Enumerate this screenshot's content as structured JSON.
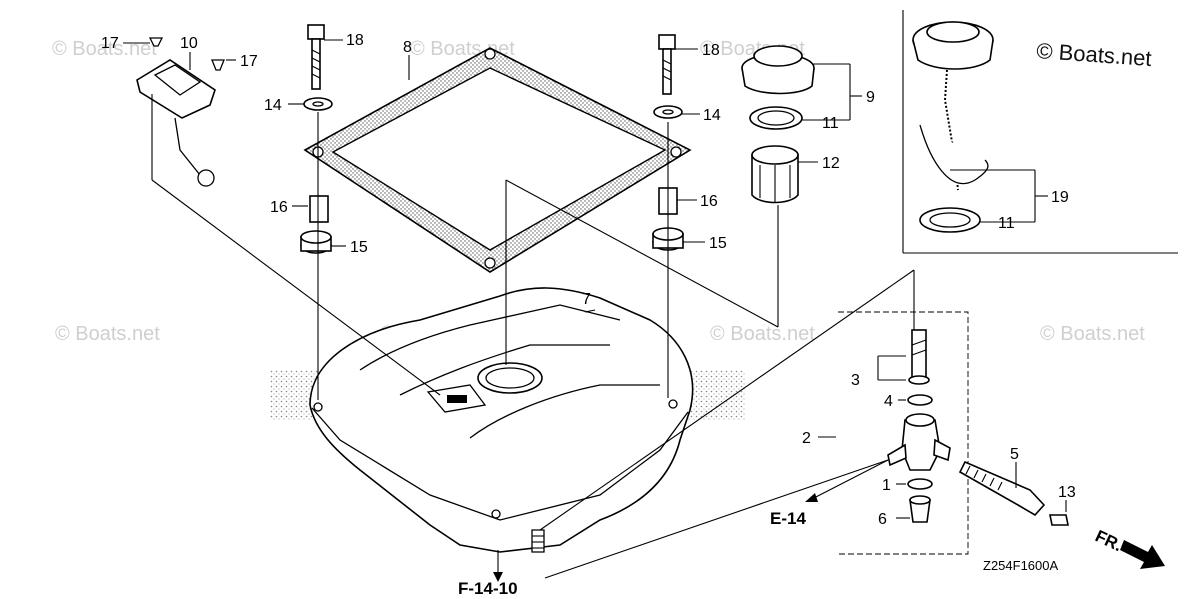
{
  "diagram": {
    "watermark_main": "© Boats.net",
    "watermark_faint": "© Boats.net",
    "diagram_code": "Z254F1600A",
    "part_labels": [
      "1",
      "2",
      "3",
      "4",
      "5",
      "6",
      "7",
      "8",
      "9",
      "10",
      "11",
      "11",
      "12",
      "13",
      "14",
      "14",
      "15",
      "15",
      "16",
      "16",
      "17",
      "17",
      "18",
      "18",
      "19"
    ],
    "reference_labels": [
      "E-14",
      "F-14-10"
    ],
    "direction_label": "FR."
  }
}
